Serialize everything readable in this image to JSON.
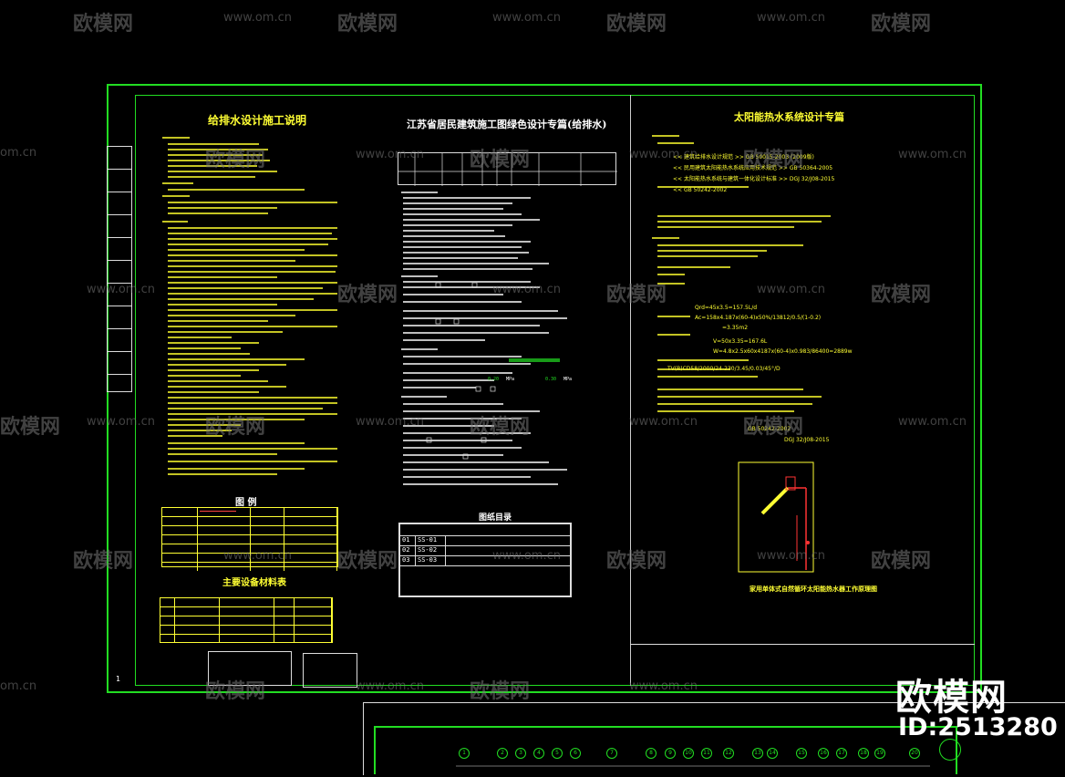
{
  "watermarks": {
    "logo": "欧模网",
    "url": "www.om.cn",
    "url_partial": "om.cn",
    "logo_partial": "欧模网"
  },
  "left_sheet": {
    "title": "给排水设计施工说明",
    "legend_title": "图     例",
    "equipment_title": "主要设备材料表",
    "page_number": "1"
  },
  "middle_sheet": {
    "title": "江苏省居民建筑施工图绿色设计专篇(给排水)",
    "index_title": "图纸目录",
    "index_rows": [
      {
        "no": "01",
        "code": "SS-01"
      },
      {
        "no": "02",
        "code": "SS-02"
      },
      {
        "no": "03",
        "code": "SS-03"
      }
    ],
    "values": [
      "0.20",
      "0.30"
    ],
    "units": [
      "MPa",
      "MPa"
    ]
  },
  "right_sheet": {
    "title": "太阳能热水系统设计专篇",
    "standards": [
      "<< 建筑给排水设计规范 >> GB 50015-2003 (2009版)",
      "<< 民用建筑太阳能热水系统应用技术规范 >> GB 50364-2005",
      "<< 太阳能热水系统与建筑一体化设计标准 >> DGJ 32/J08-2015",
      "<< GB 50242-2002"
    ],
    "formulas": [
      "Qrd=45x3.5=157.5L/d",
      "Ac=158x4.187x(60-4)x50%/13812/0.5/(1-0.2)",
      "=3.35m2",
      "V=50x3.35=167.6L",
      "W=4.8x2.5x60x4187x(60-4)x0.983/86400=2889w",
      "TV(B)CD58/2000/24-230/3.45/0.03/45°/D"
    ],
    "standards_bottom": [
      "GB 50242-2002",
      "DGJ 32/J08-2015"
    ],
    "diagram_caption": "家用单体式自然循环太阳能热水器工作原理图"
  },
  "brand_badge": {
    "logo": "欧模网",
    "id": "ID:2513280"
  },
  "axis_numbers": [
    "1",
    "2",
    "3",
    "4",
    "5",
    "6",
    "7",
    "8",
    "9",
    "10",
    "11",
    "12",
    "13",
    "14",
    "15",
    "16",
    "17",
    "18",
    "19",
    "20"
  ],
  "colors": {
    "frame": "#22dd22",
    "text": "#ffff33",
    "line": "#dddddd",
    "watermark": "#777777",
    "background": "#000000"
  }
}
